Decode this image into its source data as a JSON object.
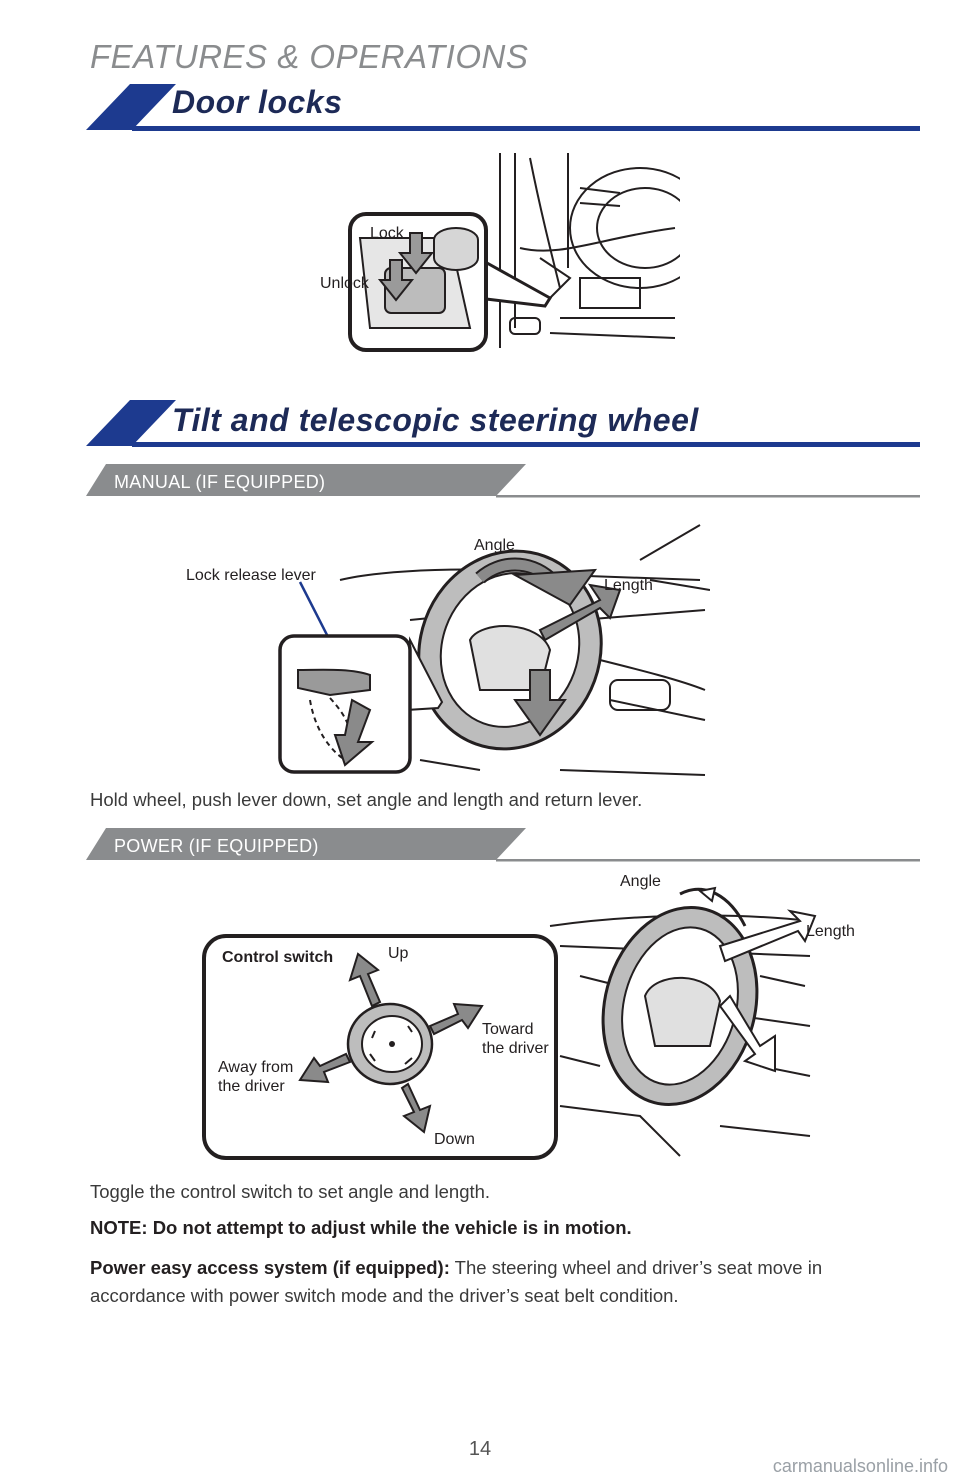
{
  "header": {
    "category": "FEATURES & OPERATIONS"
  },
  "door_locks": {
    "title": "Door locks",
    "labels": {
      "lock": "Lock",
      "unlock": "Unlock"
    }
  },
  "steering": {
    "title": "Tilt and telescopic steering wheel",
    "manual": {
      "subtitle": "MANUAL (IF EQUIPPED)",
      "labels": {
        "lever": "Lock release lever",
        "angle": "Angle",
        "length": "Length"
      },
      "caption": "Hold wheel, push lever down, set angle and length and return lever."
    },
    "power": {
      "subtitle": "POWER (IF EQUIPPED)",
      "labels": {
        "angle": "Angle",
        "length": "Length",
        "control_switch": "Control switch",
        "up": "Up",
        "toward_1": "Toward",
        "toward_2": "the driver",
        "away_1": "Away from",
        "away_2": "the driver",
        "down": "Down"
      },
      "caption": "Toggle the control switch to set angle and length.",
      "note": "NOTE: Do not attempt to adjust while the vehicle is in motion.",
      "easy_access_label": "Power easy access system (if equipped):",
      "easy_access_text": " The steering wheel and driver’s seat move in accordance with power switch mode and the driver’s seat belt condition."
    }
  },
  "footer": {
    "page_number": "14",
    "watermark": "carmanualsonline.info"
  },
  "colors": {
    "accent": "#1d3a8f",
    "accent_dark": "#1d2a57",
    "gray_band": "#8a8c8e"
  }
}
